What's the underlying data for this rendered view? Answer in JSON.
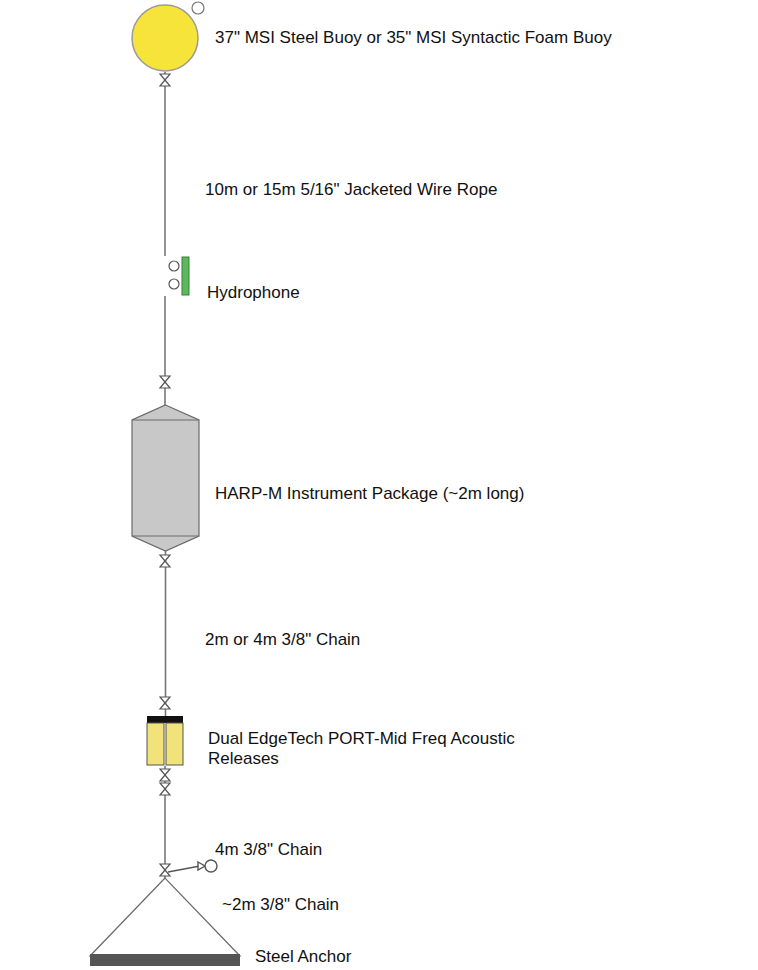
{
  "diagram": {
    "nodes": [
      {
        "text": [
          "37\" MSI Steel Buoy or 35\" MSI Syntactic Foam Buoy"
        ]
      },
      {
        "text": [
          "Hydrophone"
        ]
      },
      {
        "text": [
          "HARP-M Instrument Package (~2m long)"
        ]
      },
      {
        "text": [
          "Dual EdgeTech PORT-Mid Freq Acoustic Releases"
        ]
      },
      {
        "text": [
          "Steel Anchor"
        ]
      }
    ],
    "edges": [
      {
        "from": 0,
        "to": 1,
        "arrow": "none",
        "label": "10m or 15m 5/16\" Jacketed Wire Rope"
      },
      {
        "from": 1,
        "to": 2,
        "arrow": "none"
      },
      {
        "from": 2,
        "to": 3,
        "arrow": "none",
        "label": "2m or 4m 3/8\" Chain"
      },
      {
        "from": 3,
        "to": 4,
        "arrow": "none",
        "label": "4m 3/8\" Chain"
      }
    ],
    "labels": [
      "~2m 3/8\" Chain"
    ]
  }
}
